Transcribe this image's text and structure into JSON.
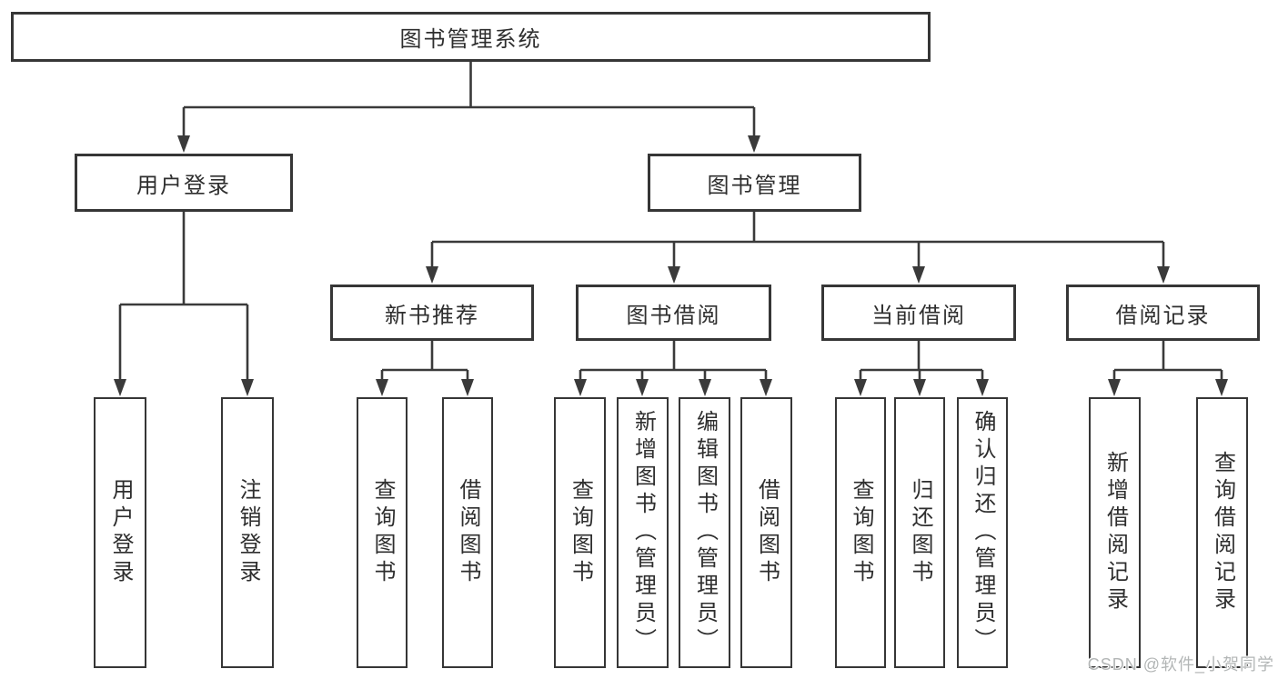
{
  "title": "图书管理系统",
  "watermark": "CSDN @软件_小贺同学",
  "colors": {
    "line": "#3a3a3a",
    "box_border": "#363636",
    "text": "#2e2e2e",
    "watermark": "#b3b6b6",
    "background": "#ffffff"
  },
  "nodes": {
    "root": {
      "label": "图书管理系统"
    },
    "user_login": {
      "label": "用户登录",
      "children": [
        {
          "label": "用户登录"
        },
        {
          "label": "注销登录"
        }
      ]
    },
    "book_mgmt": {
      "label": "图书管理"
    },
    "new_books": {
      "label": "新书推荐",
      "children": [
        {
          "label": "查询图书"
        },
        {
          "label": "借阅图书"
        }
      ]
    },
    "book_borrow": {
      "label": "图书借阅",
      "children": [
        {
          "label": "查询图书"
        },
        {
          "label": "新增图书（管理员）"
        },
        {
          "label": "编辑图书（管理员）"
        },
        {
          "label": "借阅图书"
        }
      ]
    },
    "current_borrow": {
      "label": "当前借阅",
      "children": [
        {
          "label": "查询图书"
        },
        {
          "label": "归还图书"
        },
        {
          "label": "确认归还（管理员）"
        }
      ]
    },
    "borrow_records": {
      "label": "借阅记录",
      "children": [
        {
          "label": "新增借阅记录"
        },
        {
          "label": "查询借阅记录"
        }
      ]
    }
  }
}
